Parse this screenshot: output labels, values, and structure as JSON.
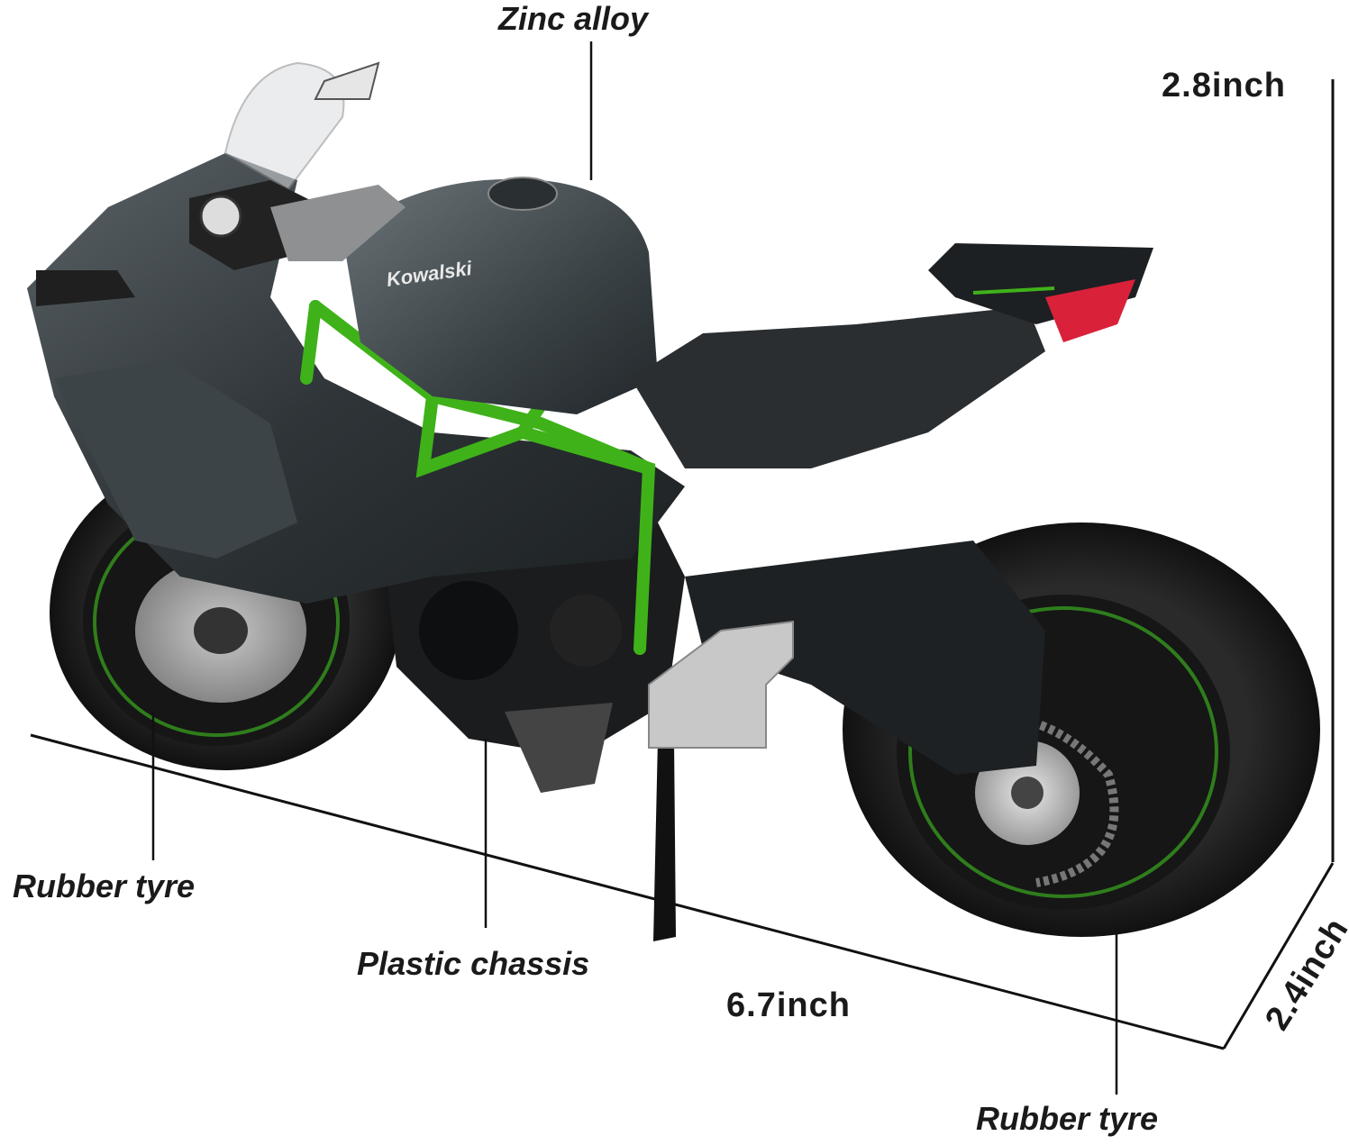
{
  "callouts": {
    "zinc_alloy": "Zinc alloy",
    "rubber_tyre_front": "Rubber  tyre",
    "plastic_chassis": "Plastic chassis",
    "rubber_tyre_rear": "Rubber  tyre"
  },
  "dimensions": {
    "height": "2.8inch",
    "length": "6.7inch",
    "depth": "2.4inch"
  },
  "product": {
    "tank_brand": "Kowalski",
    "colors": {
      "body": "#2c3134",
      "frame_green": "#3fb21a",
      "tyre": "#1b1b1b",
      "tail_light": "#d9213a"
    }
  }
}
